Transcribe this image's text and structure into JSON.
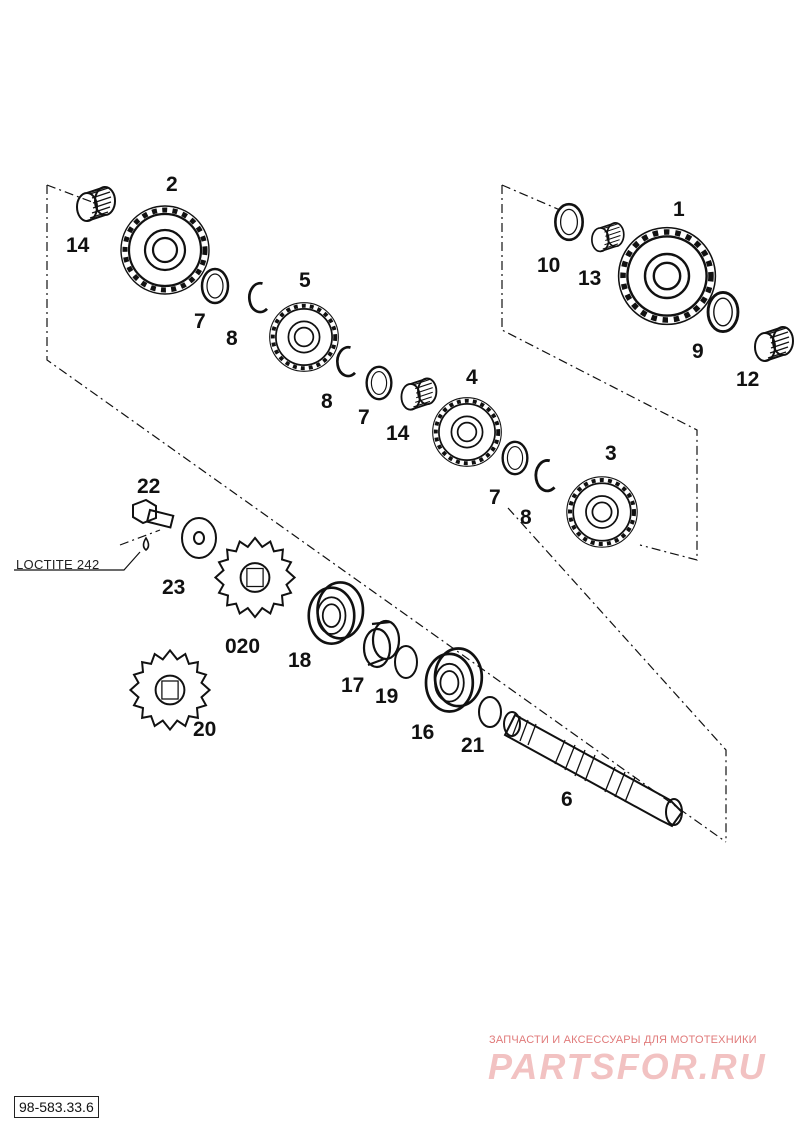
{
  "diagram": {
    "callouts": [
      "1",
      "2",
      "3",
      "4",
      "5",
      "6",
      "7",
      "7",
      "7",
      "8",
      "8",
      "8",
      "9",
      "10",
      "12",
      "13",
      "14",
      "14",
      "16",
      "17",
      "18",
      "19",
      "20",
      "020",
      "21",
      "22",
      "23"
    ],
    "note": "LOCTITE 242",
    "document_number": "98-583.33.6"
  },
  "watermark": {
    "caption": "ЗАПЧАСТИ И АКСЕССУАРЫ ДЛЯ МОТОТЕХНИКИ",
    "logo": "PARTSFOR.RU"
  },
  "colors": {
    "line": "#111111",
    "watermark": "#e07a7a",
    "watermark_logo": "#f2c2c2"
  }
}
